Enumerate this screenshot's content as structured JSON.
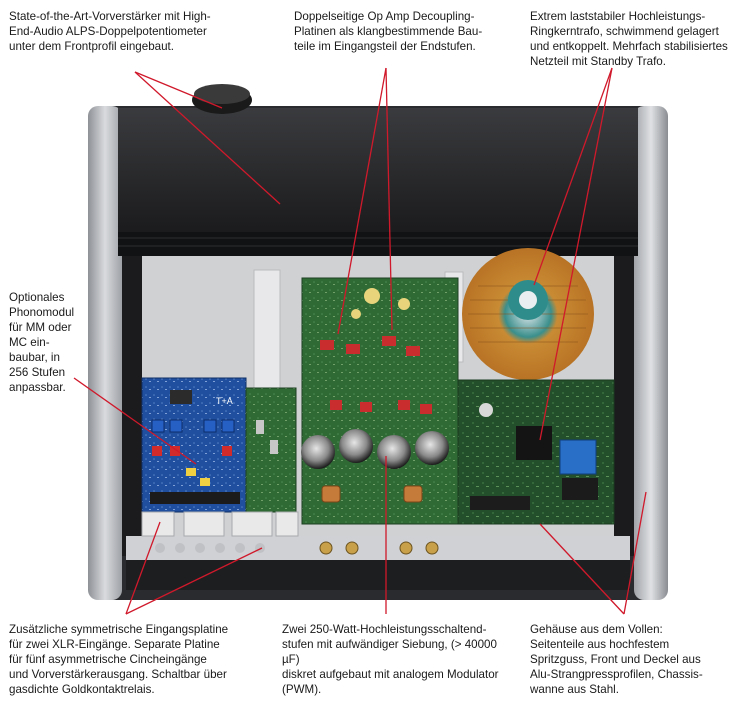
{
  "captions": {
    "preamp": "State-of-the-Art-Vorverstärker mit High-\nEnd-Audio ALPS-Doppelpotentiometer\nunter dem Frontprofil eingebaut.",
    "opamp": "Doppelseitige Op Amp Decoupling-\nPlatinen als klangbestimmende Bau-\nteile im Eingangsteil der Endstufen.",
    "toroid": "Extrem laststabiler Hochleistungs-\nRingkerntrafo, schwimmend gelagert\nund entkoppelt. Mehrfach stabilisiertes\nNetzteil mit Standby Trafo.",
    "phono": "Optionales\nPhonomodul\nfür MM oder\nMC ein-\nbaubar, in\n256 Stufen\nanpassbar.",
    "xlr": "Zusätzliche symmetrische Eingangsplatine\nfür zwei XLR-Eingänge. Separate Platine\nfür fünf asymmetrische Cincheingänge\nund Vorverstärkerausgang. Schaltbar über\ngasdichte Goldkontaktrelais.",
    "amps": "Zwei 250-Watt-Hochleistungsschaltend-\nstufen mit aufwändiger Siebung, (> 40000 µF)\ndiskret aufgebaut mit analogem Modulator\n(PWM).",
    "chassis": "Gehäuse aus dem Vollen:\nSeitenteile aus hochfestem\nSpritzguss, Front und Deckel aus\nAlu-Strangpressprofilen, Chassis-\nwanne aus Stahl."
  },
  "board_labels": {
    "phono_logo": "T+A"
  },
  "colors": {
    "leader_line": "#d0192b",
    "chassis_dark": "#1f1f21",
    "side_panel": "#b9bcc0",
    "pcb_green": "#2f6a35",
    "pcb_blue": "#1f4f9e",
    "copper": "#c57b39"
  }
}
